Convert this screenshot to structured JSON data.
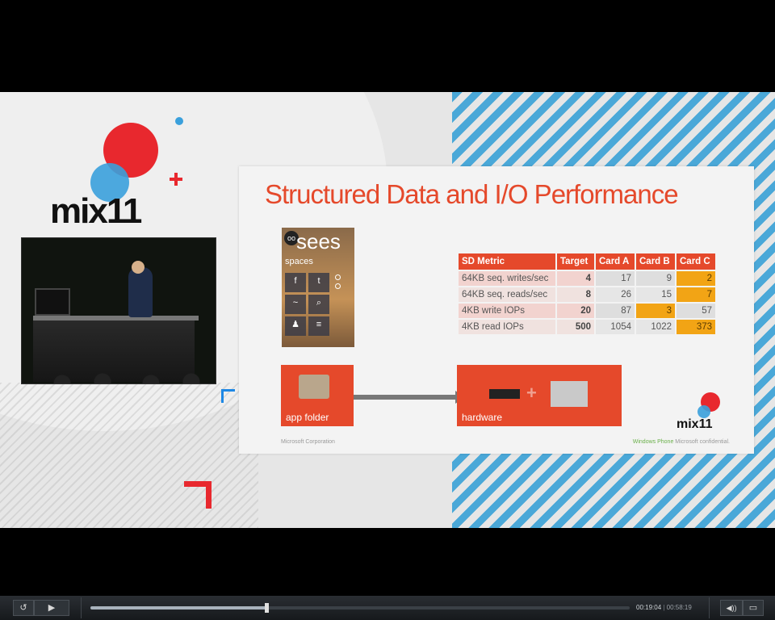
{
  "event": {
    "logo_text": "mix11"
  },
  "slide": {
    "title": "Structured Data and I/O Performance",
    "phone": {
      "app_title": "sees",
      "badge": "oo",
      "section": "spaces",
      "tiles": [
        "f",
        "t",
        "~",
        "⌕",
        "♟",
        "≡"
      ]
    },
    "table": {
      "headers": [
        "SD Metric",
        "Target",
        "Card A",
        "Card B",
        "Card C"
      ],
      "rows": [
        {
          "metric": "64KB seq. writes/sec",
          "target": "4",
          "a": "17",
          "b": "9",
          "c": "2"
        },
        {
          "metric": "64KB seq. reads/sec",
          "target": "8",
          "a": "26",
          "b": "15",
          "c": "7"
        },
        {
          "metric": "4KB write IOPs",
          "target": "20",
          "a": "87",
          "b": "3",
          "c": "57"
        },
        {
          "metric": "4KB read IOPs",
          "target": "500",
          "a": "1054",
          "b": "1022",
          "c": "373"
        }
      ],
      "highlight_color": "#f2a415"
    },
    "diagram": {
      "left_label": "app folder",
      "right_label": "hardware"
    },
    "footer_left": "Microsoft Corporation",
    "footer_right_brand": "Windows Phone",
    "footer_right_text": "Microsoft confidential."
  },
  "player": {
    "current_time": "00:19:04",
    "duration": "00:58:19",
    "progress": 0.327,
    "replay_icon": "↺",
    "play_icon": "▶",
    "volume_icon": "◀))",
    "fullscreen_icon": "▭"
  },
  "colors": {
    "accent": "#e5492b",
    "stripe_blue": "#4aa8d8",
    "mix_red": "#e8282e"
  }
}
